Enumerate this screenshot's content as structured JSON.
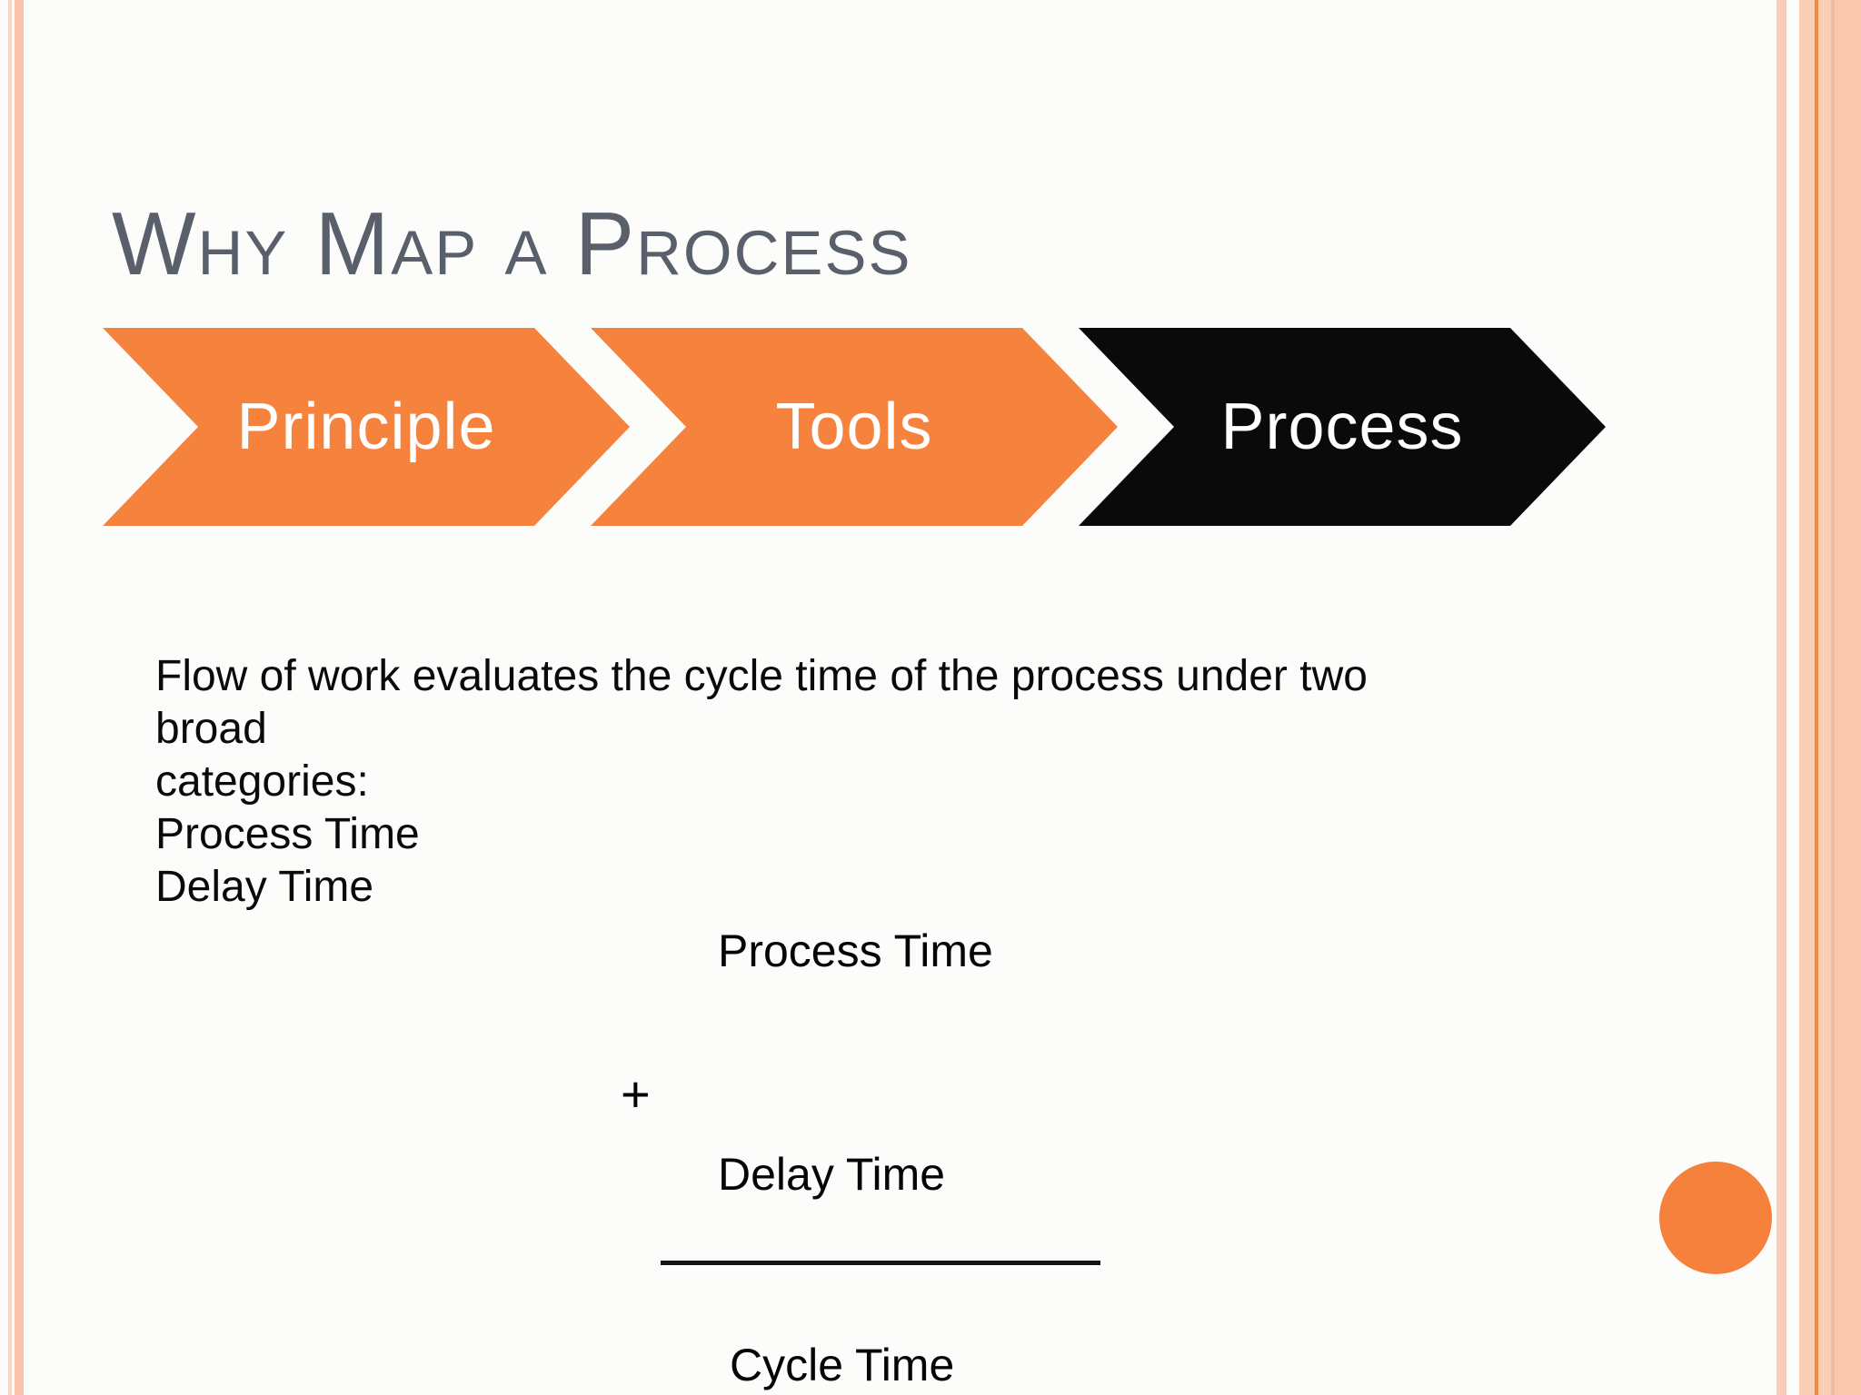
{
  "slide": {
    "title": "Why Map a Process",
    "process_flow": {
      "steps": [
        {
          "label": "Principle",
          "color": "#F5823D"
        },
        {
          "label": "Tools",
          "color": "#F5823D"
        },
        {
          "label": "Process",
          "color": "#0A0A0A"
        }
      ]
    },
    "body": {
      "lines": [
        "Flow of work evaluates the cycle time of the process under two",
        "broad",
        "categories:",
        "Process Time",
        "Delay Time"
      ]
    },
    "formula": {
      "term1": "Process Time",
      "operator": "+",
      "term2": "Delay Time",
      "result": "Cycle Time"
    },
    "colors": {
      "accent_orange": "#F5823D",
      "chevron_black": "#0A0A0A",
      "title_gray": "#5A5F6C",
      "border_salmon_light": "#FBD6C5",
      "border_salmon": "#F9C3AC",
      "border_band": "#FBCEB6",
      "border_accent_line": "#ED8943",
      "text_black": "#0A0A0A",
      "background": "#FCFDFA"
    }
  }
}
